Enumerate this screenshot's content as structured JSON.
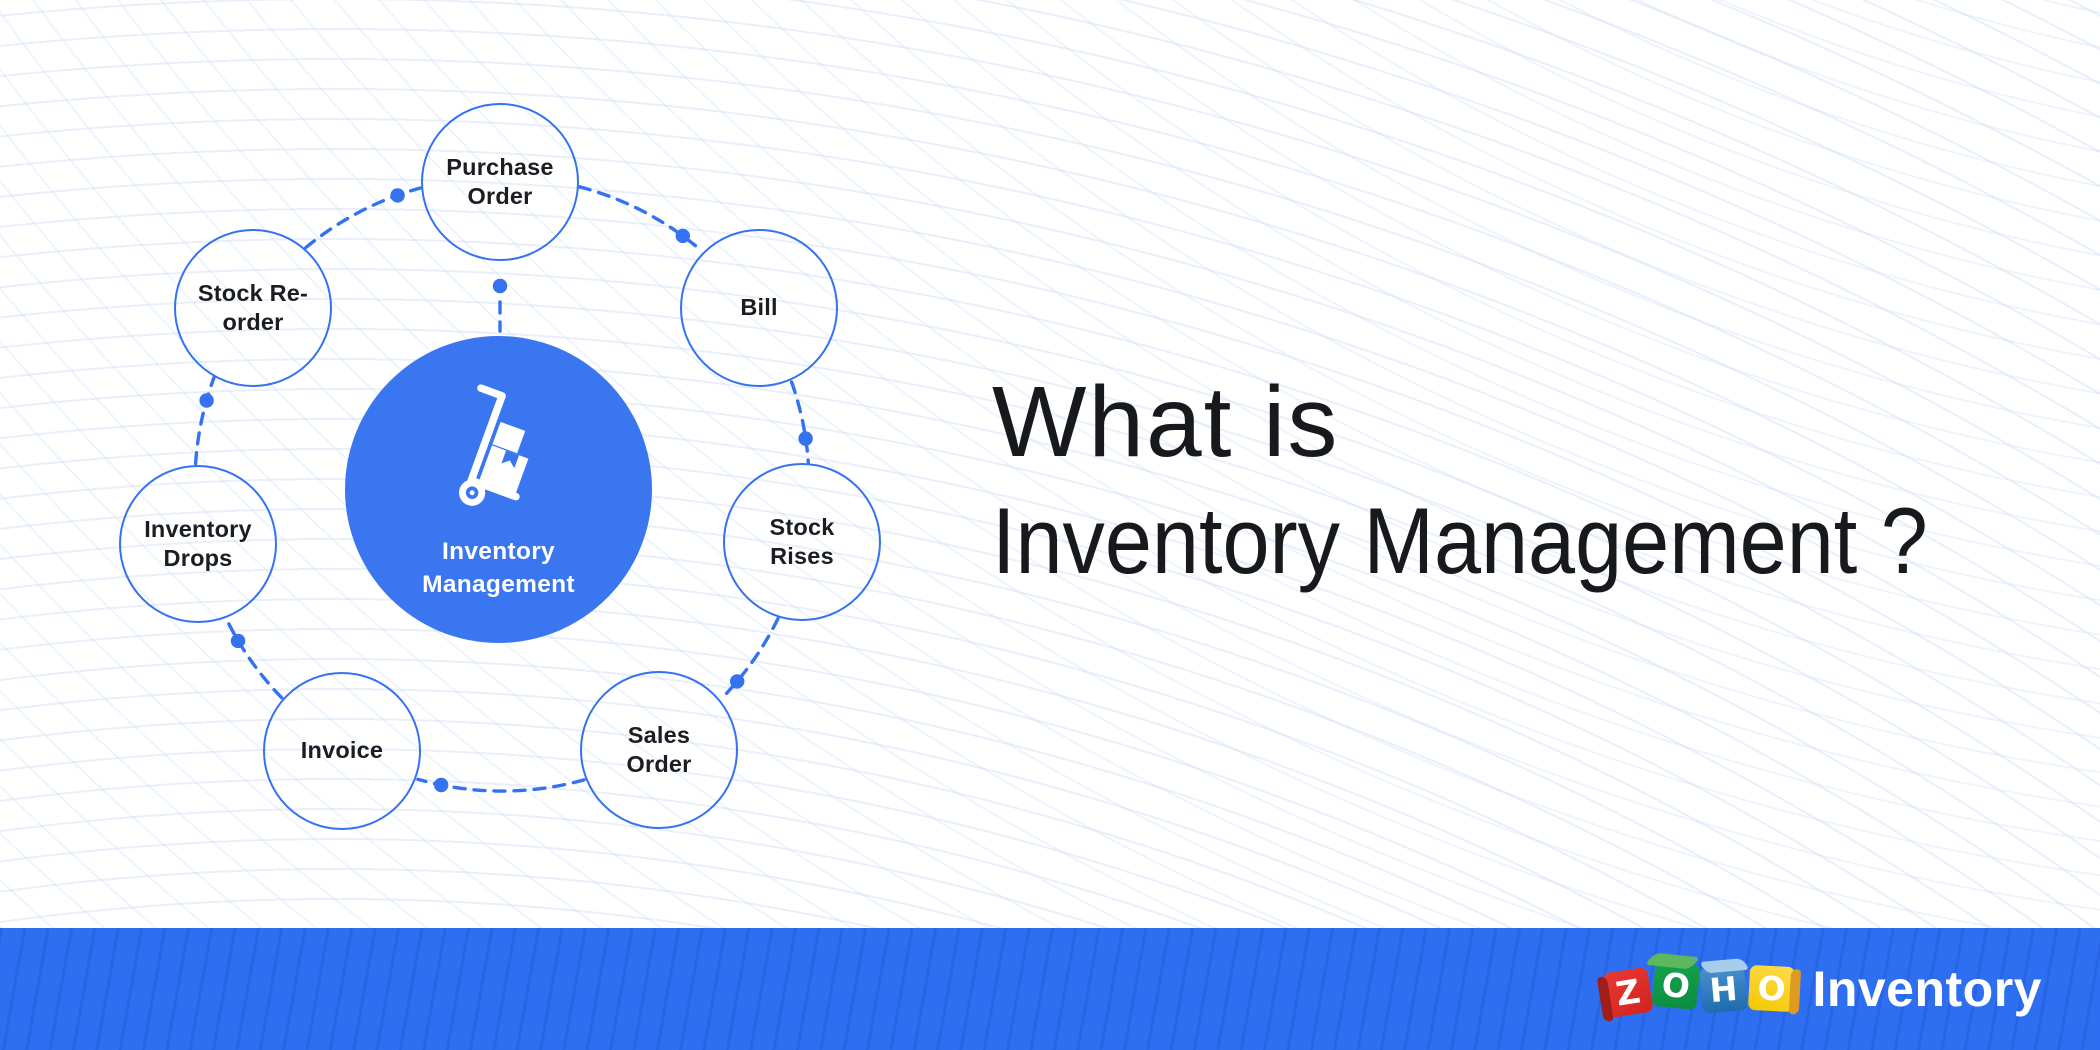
{
  "title": {
    "line1": "What is",
    "line2": "Inventory Management ?"
  },
  "diagram": {
    "center": {
      "label": "Inventory Management",
      "icon": "hand-truck-icon"
    },
    "nodes": [
      {
        "label": "Purchase Order"
      },
      {
        "label": "Bill"
      },
      {
        "label": "Stock Rises"
      },
      {
        "label": "Sales Order"
      },
      {
        "label": "Invoice"
      },
      {
        "label": "Inventory Drops"
      },
      {
        "label": "Stock Re-order"
      }
    ]
  },
  "footer": {
    "logo": {
      "blocks": [
        {
          "letter": "Z",
          "color": "#e3312e"
        },
        {
          "letter": "O",
          "color": "#12a14b"
        },
        {
          "letter": "H",
          "color": "#2b7cbd"
        },
        {
          "letter": "O",
          "color": "#f6c900"
        }
      ],
      "brand": "Inventory"
    }
  },
  "colors": {
    "accent": "#3472f1",
    "center_fill": "#3b76f1",
    "node_border": "#3472f1",
    "footer_bar": "#2e6ff1",
    "text_dark": "#1b1d21",
    "background_arcs": "#cbdbf6"
  }
}
